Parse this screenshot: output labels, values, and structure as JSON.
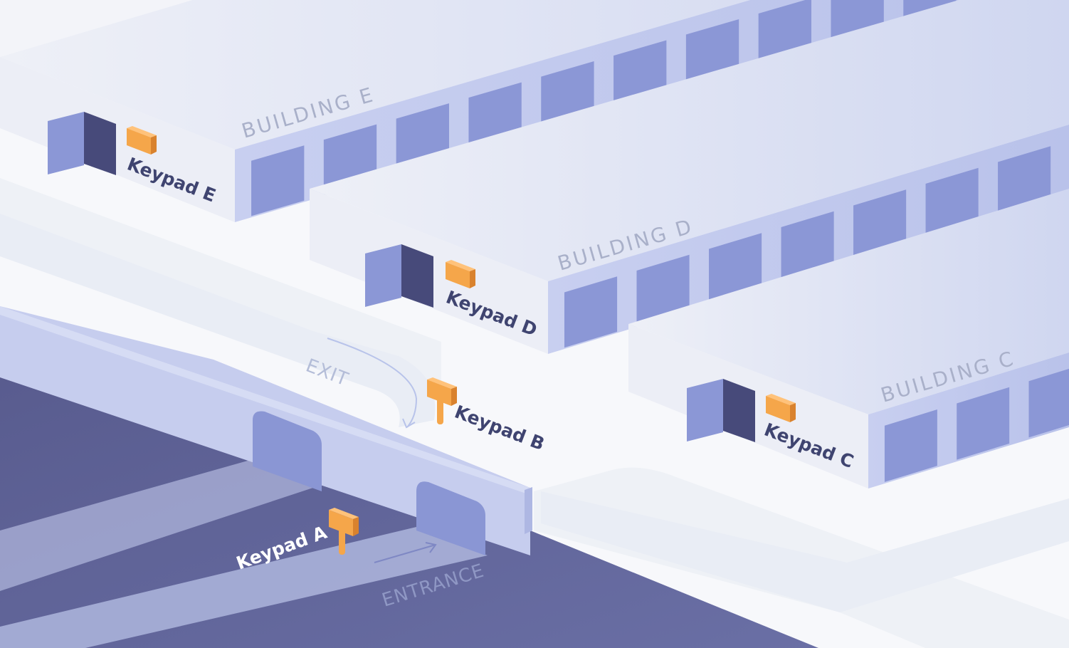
{
  "buildings": [
    {
      "id": "E",
      "label": "BUILDING E",
      "keypad": "Keypad E"
    },
    {
      "id": "D",
      "label": "BUILDING D",
      "keypad": "Keypad D"
    },
    {
      "id": "C",
      "label": "BUILDING C",
      "keypad": "Keypad C"
    }
  ],
  "gate": {
    "keypad_a": "Keypad A",
    "keypad_b": "Keypad B",
    "exit_label": "EXIT",
    "entrance_label": "ENTRANCE"
  },
  "colors": {
    "keypad": "#f5a64a",
    "door": "#8b97d6",
    "door_dark": "#474a7a",
    "ground_dark": "#5f6396",
    "wall": "#c5cdee",
    "roof": "#e6e9f5"
  }
}
